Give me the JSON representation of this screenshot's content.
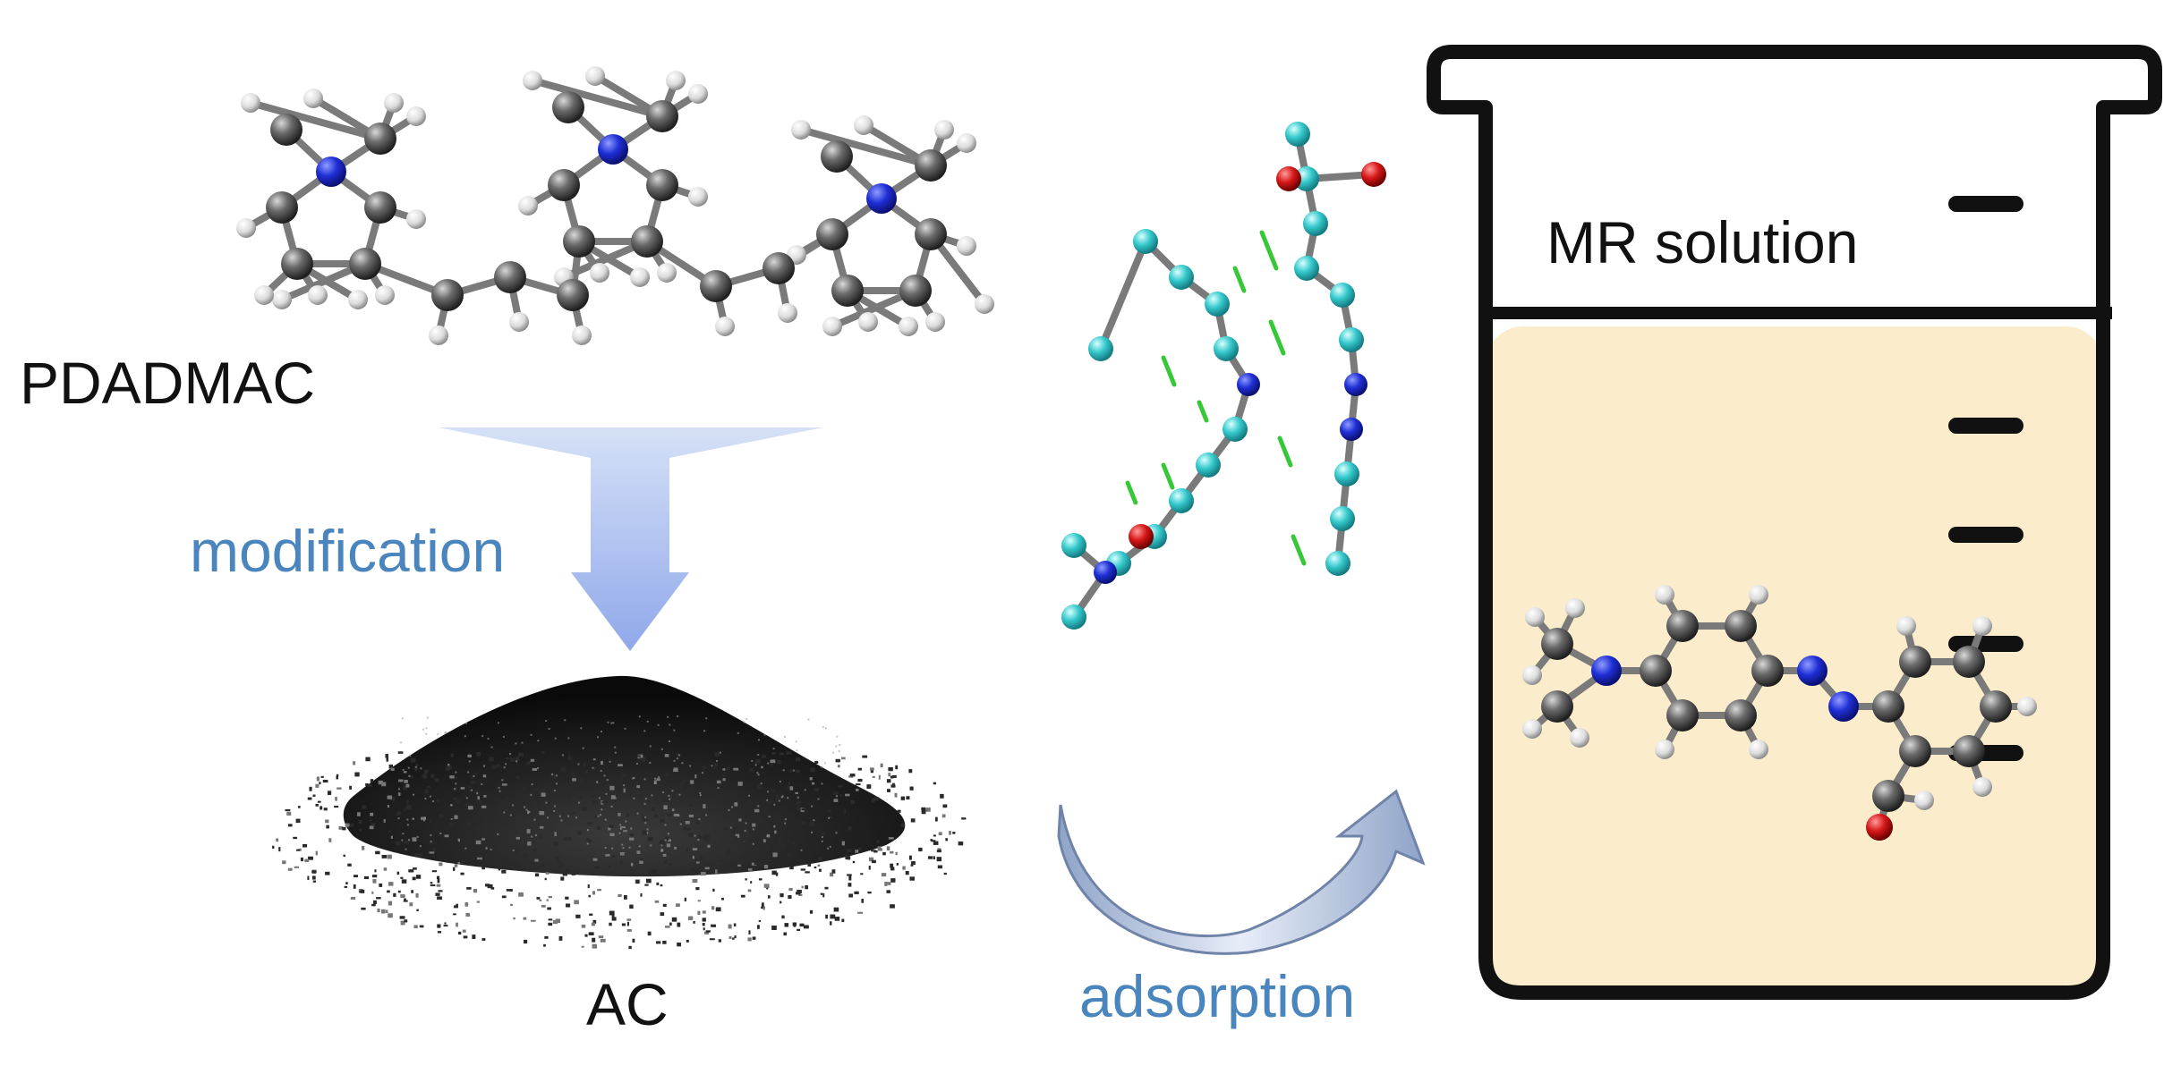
{
  "labels": {
    "polymer": "PDADMAC",
    "modification": "modification",
    "carbon": "AC",
    "adsorption": "adsorption",
    "solution": "MR solution"
  },
  "colors": {
    "dark_text": "#111111",
    "blue_text": "#4a86bd",
    "carbon_atom": "#555555",
    "hydrogen_atom": "#e6e6e6",
    "nitrogen_atom": "#1f2fd6",
    "oxygen_atom": "#d81818",
    "complex_atom": "#35c9cc",
    "interaction_patch": "#37c837",
    "solution_fill": "#fbeccb",
    "beaker_outline": "#111111",
    "arrow_blue": "#98b4ec"
  },
  "icons": {
    "polymer": "pdadmac-molecule-icon",
    "complex": "adsorption-complex-icon",
    "powder": "activated-carbon-powder-icon",
    "dye": "methyl-red-molecule-icon",
    "beaker": "beaker-icon"
  }
}
